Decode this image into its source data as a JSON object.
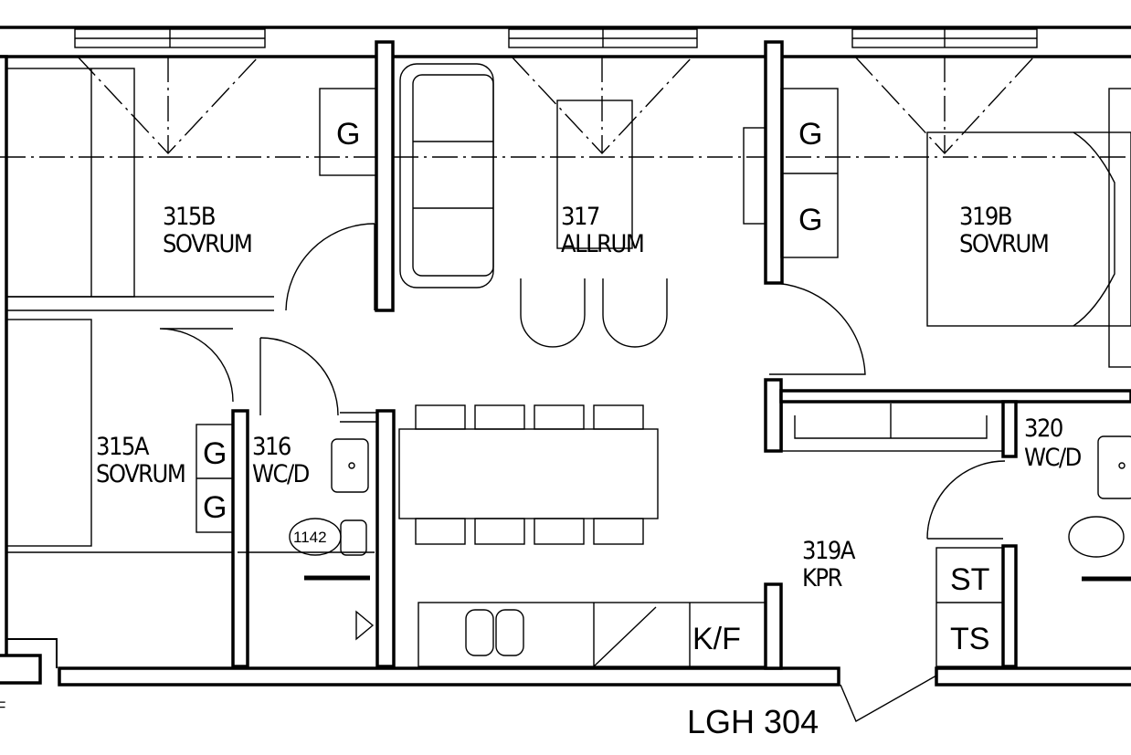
{
  "rooms": [
    {
      "number": "315B",
      "name": "SOVRUM"
    },
    {
      "number": "317",
      "name": "ALLRUM"
    },
    {
      "number": "319B",
      "name": "SOVRUM"
    },
    {
      "number": "315A",
      "name": "SOVRUM"
    },
    {
      "number": "316",
      "name": "WC/D"
    },
    {
      "number": "320",
      "name": "WC/D"
    },
    {
      "number": "319A",
      "name": "KPR"
    }
  ],
  "symbols": {
    "wardrobe": "G",
    "st": "ST",
    "ts": "TS",
    "kf": "K/F",
    "dimension": "1142",
    "edge_letter": "F"
  },
  "apartment_label": "LGH 304"
}
